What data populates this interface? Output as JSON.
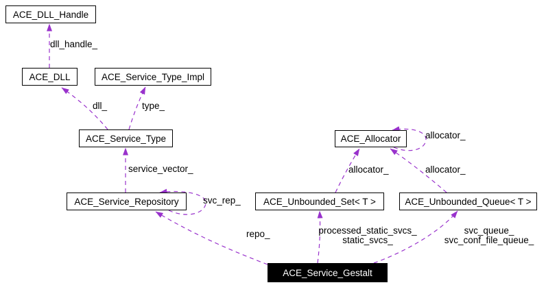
{
  "diagram": {
    "kind": "doxygen-collaboration-graph",
    "edge_color": "#9932cc",
    "focus_node_bg": "#000000",
    "nodes": [
      {
        "id": "ace-dll-handle",
        "label": "ACE_DLL_Handle"
      },
      {
        "id": "ace-dll",
        "label": "ACE_DLL"
      },
      {
        "id": "ace-service-type-impl",
        "label": "ACE_Service_Type_Impl"
      },
      {
        "id": "ace-service-type",
        "label": "ACE_Service_Type"
      },
      {
        "id": "ace-service-repository",
        "label": "ACE_Service_Repository"
      },
      {
        "id": "ace-allocator",
        "label": "ACE_Allocator"
      },
      {
        "id": "ace-unbounded-set",
        "label": "ACE_Unbounded_Set< T >"
      },
      {
        "id": "ace-unbounded-queue",
        "label": "ACE_Unbounded_Queue< T >"
      },
      {
        "id": "ace-service-gestalt",
        "label": "ACE_Service_Gestalt"
      }
    ],
    "edges": [
      {
        "from": "ACE_DLL",
        "to": "ACE_DLL_Handle",
        "label": "dll_handle_"
      },
      {
        "from": "ACE_Service_Type",
        "to": "ACE_DLL",
        "label": "dll_"
      },
      {
        "from": "ACE_Service_Type",
        "to": "ACE_Service_Type_Impl",
        "label": "type_"
      },
      {
        "from": "ACE_Service_Repository",
        "to": "ACE_Service_Type",
        "label": "service_vector_"
      },
      {
        "from": "ACE_Service_Repository",
        "to": "ACE_Service_Repository",
        "label": "svc_rep_"
      },
      {
        "from": "ACE_Allocator",
        "to": "ACE_Allocator",
        "label": "allocator_"
      },
      {
        "from": "ACE_Unbounded_Set< T >",
        "to": "ACE_Allocator",
        "label": "allocator_"
      },
      {
        "from": "ACE_Unbounded_Queue< T >",
        "to": "ACE_Allocator",
        "label": "allocator_"
      },
      {
        "from": "ACE_Service_Gestalt",
        "to": "ACE_Service_Repository",
        "label": "repo_"
      },
      {
        "from": "ACE_Service_Gestalt",
        "to": "ACE_Unbounded_Set< T >",
        "label": "processed_static_svcs_ static_svcs_"
      },
      {
        "from": "ACE_Service_Gestalt",
        "to": "ACE_Unbounded_Queue< T >",
        "label": "svc_queue_ svc_conf_file_queue_"
      }
    ],
    "edge_labels": [
      {
        "text": "dll_handle_"
      },
      {
        "text": "dll_"
      },
      {
        "text": "type_"
      },
      {
        "text": "service_vector_"
      },
      {
        "text": "svc_rep_"
      },
      {
        "text": "allocator_"
      },
      {
        "text": "allocator_"
      },
      {
        "text": "allocator_"
      },
      {
        "text": "repo_"
      },
      {
        "lines": {
          "0": "processed_static_svcs_",
          "1": "static_svcs_"
        }
      },
      {
        "lines": {
          "0": "svc_queue_",
          "1": "svc_conf_file_queue_"
        }
      }
    ]
  }
}
